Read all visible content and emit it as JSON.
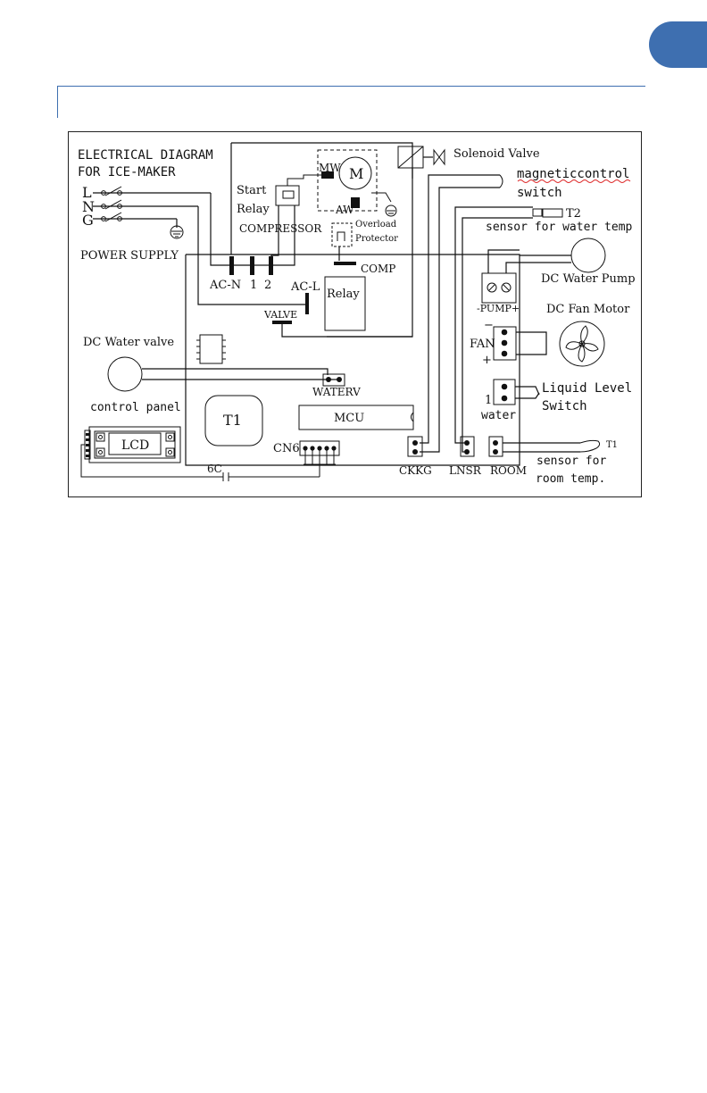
{
  "header": {
    "tab_color": "#3e6fb0"
  },
  "diagram": {
    "title_line1": "ELECTRICAL DIAGRAM",
    "title_line2": "FOR ICE-MAKER",
    "supply_l": "L",
    "supply_n": "N",
    "supply_g": "G",
    "power_supply": "POWER SUPPLY",
    "start_relay_line1": "Start",
    "start_relay_line2": "Relay",
    "compressor": "COMPRESSOR",
    "mw": "MW",
    "motor": "M",
    "aw": "AW",
    "overload_line1": "Overload",
    "overload_line2": "Protector",
    "solenoid_valve": "Solenoid Valve",
    "magnetic_line1": "magneticcontrol",
    "magnetic_line2": "switch",
    "t2": "T2",
    "sensor_water_temp": "sensor for water temp",
    "comp": "COMP",
    "ac_n": "AC-N",
    "term_1": "1",
    "term_2": "2",
    "ac_l": "AC-L",
    "relay": "Relay",
    "valve": "VALVE",
    "dc_water_pump": "DC Water Pump",
    "pump": "-PUMP+",
    "dc_fan_motor": "DC Fan Motor",
    "fan_minus": "−",
    "fan": "FAN",
    "fan_plus": "+",
    "dc_water_valve": "DC Water valve",
    "waterv": "WATERV",
    "control_panel": "control panel",
    "t1_box": "T1",
    "mcu": "MCU",
    "cn6": "CN6",
    "lcd": "LCD",
    "c6": "6C",
    "water_1": "1",
    "water": "water",
    "liquid_level_line1": "Liquid Level",
    "liquid_level_line2": "Switch",
    "ckkg": "CKKG",
    "lnsr": "LNSR",
    "room": "ROOM",
    "t1_probe": "T1",
    "sensor_room_line1": "sensor for",
    "sensor_room_line2": "room temp."
  }
}
